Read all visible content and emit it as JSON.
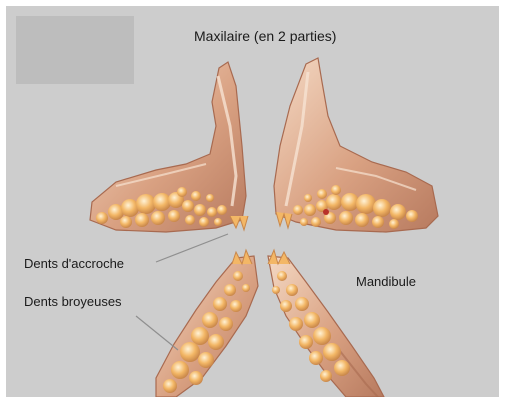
{
  "labels": {
    "maxilaire": "Maxilaire (en 2 parties)",
    "dents_accroche": "Dents d'accroche",
    "dents_broyeuses": "Dents broyeuses",
    "mandibule": "Mandibule"
  },
  "colors": {
    "background": "#cdcdcd",
    "placeholder_box": "#bdbdbd",
    "bone": "#d9a182",
    "bone_light": "#f1d1b8",
    "tooth": "#f3b766",
    "pointer_line": "#8f8f8f"
  }
}
